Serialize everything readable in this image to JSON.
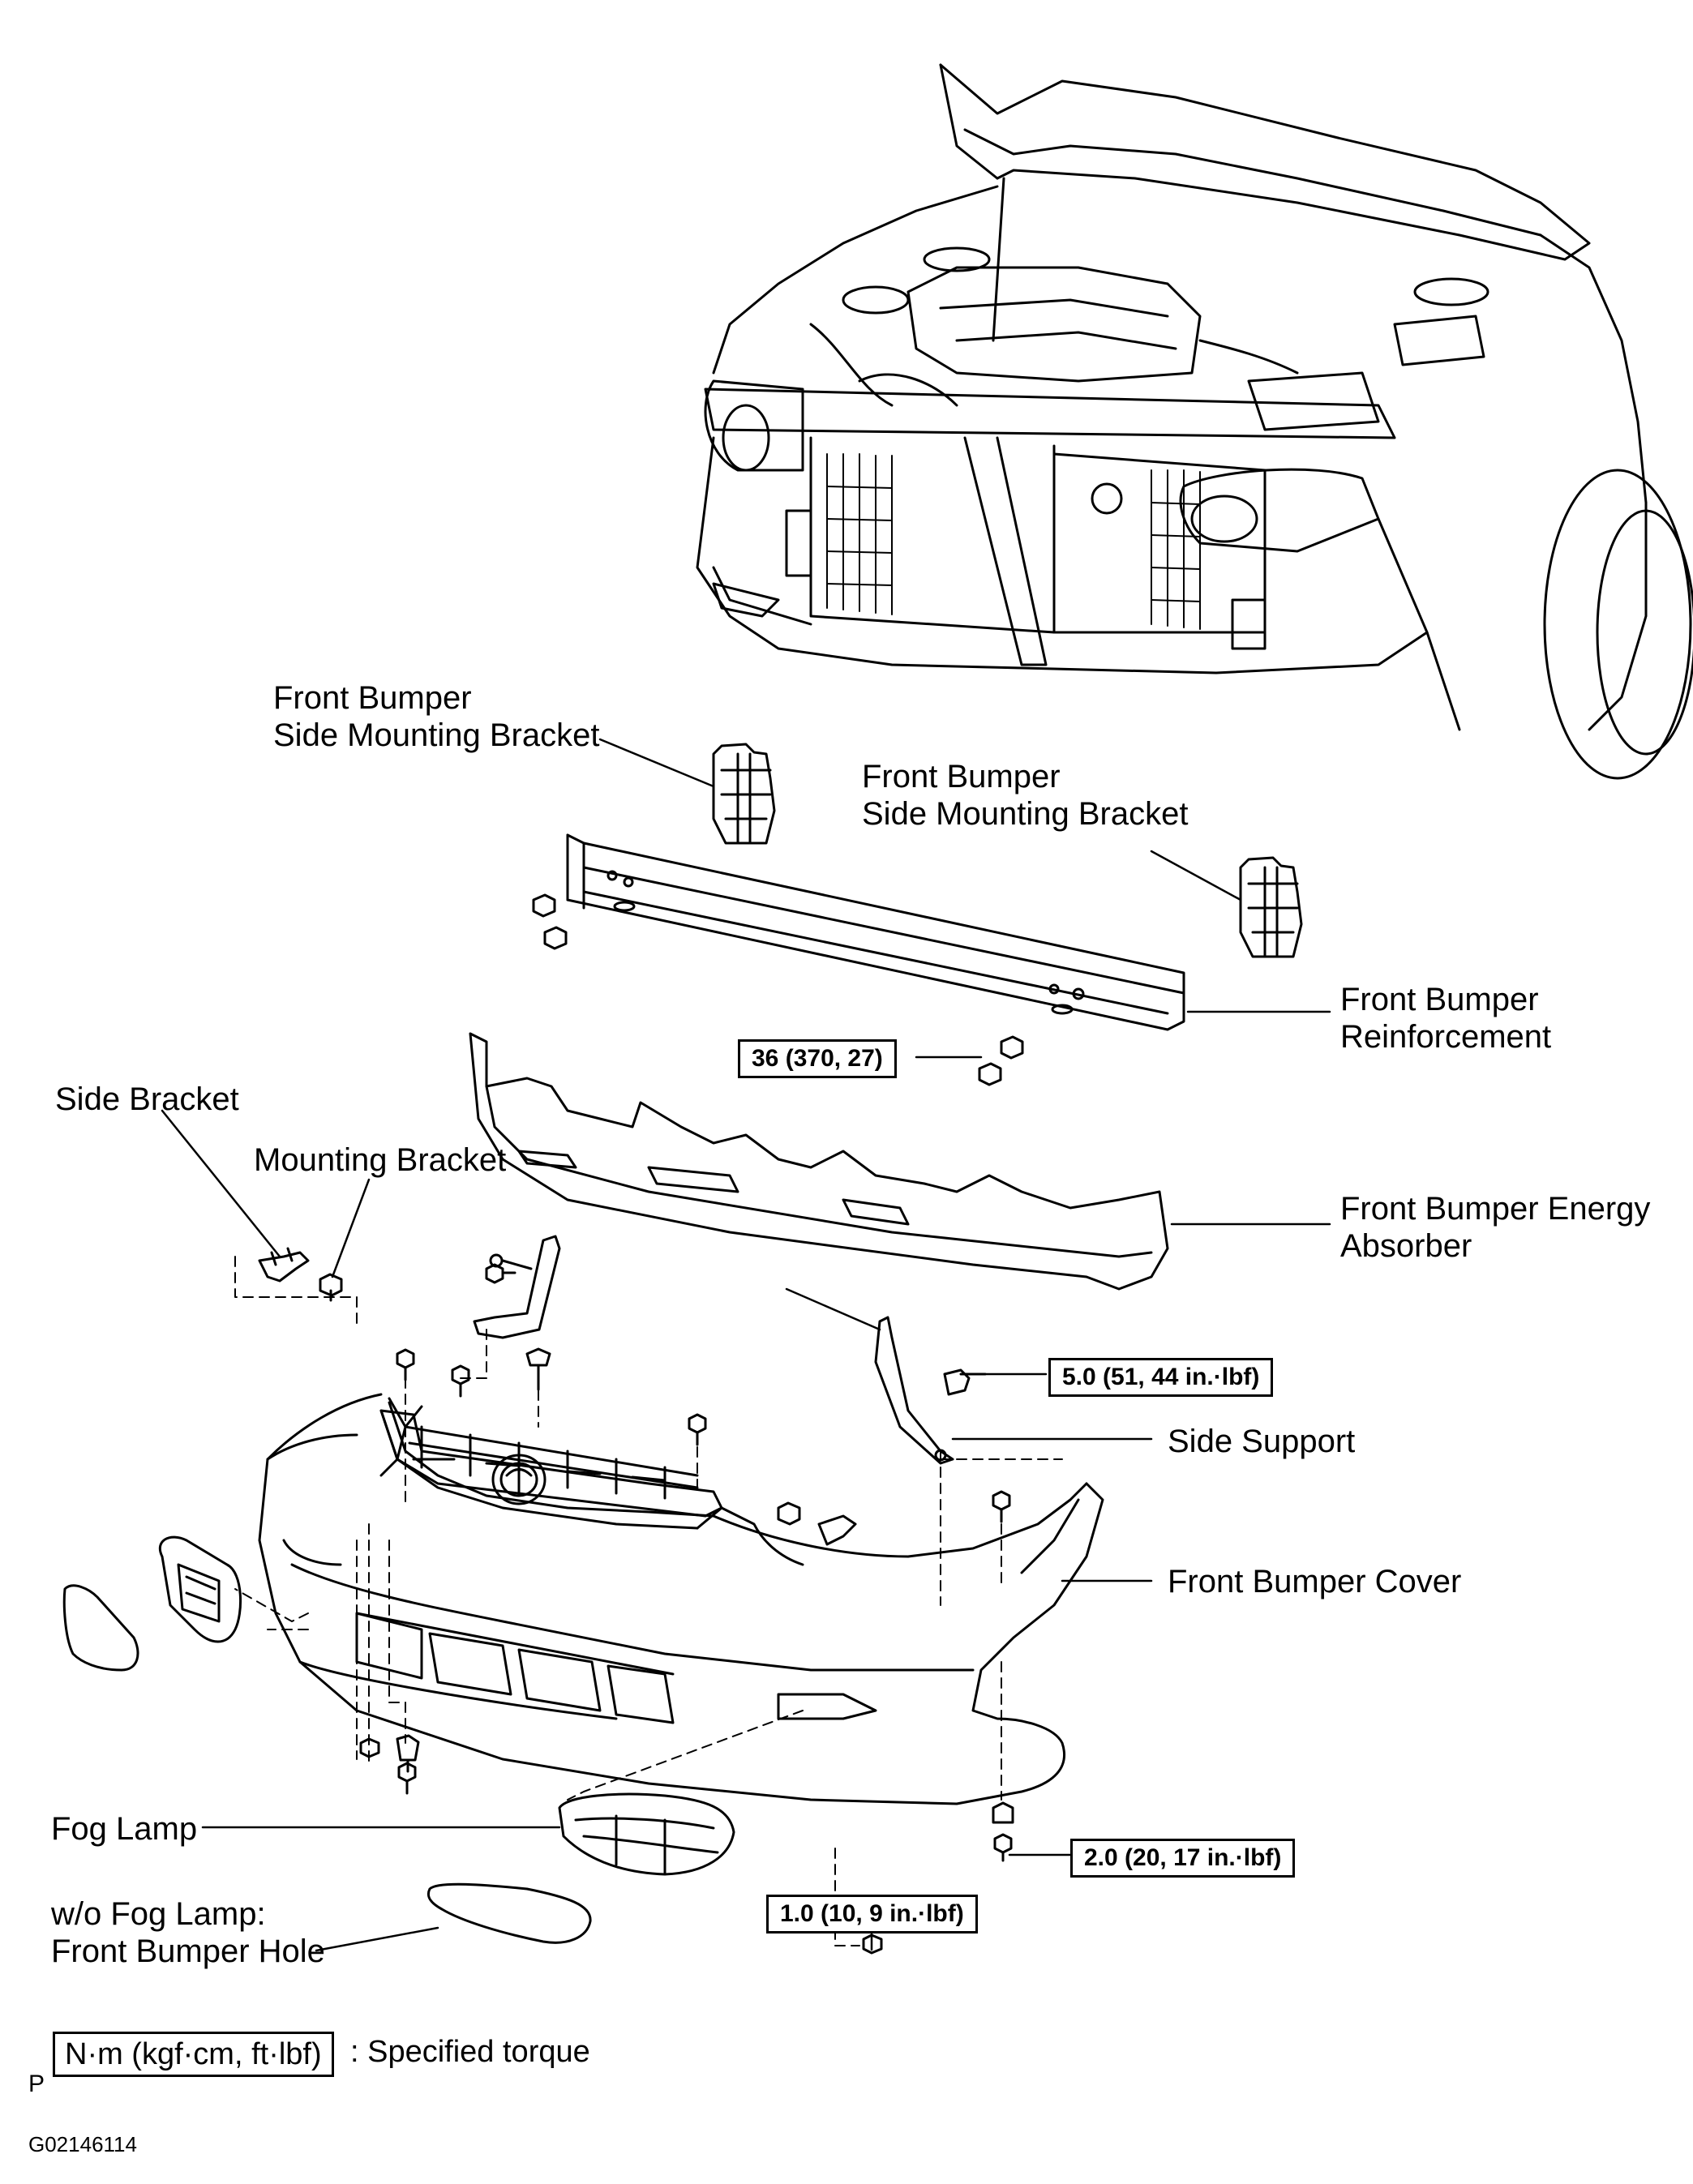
{
  "labels": {
    "side_mounting_bracket_left": [
      "Front Bumper",
      "Side Mounting Bracket"
    ],
    "side_mounting_bracket_right": [
      "Front Bumper",
      "Side Mounting Bracket"
    ],
    "reinforcement": [
      "Front  Bumper",
      "Reinforcement"
    ],
    "side_bracket": "Side Bracket",
    "mounting_bracket": "Mounting Bracket",
    "energy_absorber": [
      "Front Bumper Energy",
      "Absorber"
    ],
    "side_support": "Side Support",
    "bumper_cover": "Front Bumper Cover",
    "fog_lamp": "Fog Lamp",
    "hole": [
      "w/o Fog Lamp:",
      "Front Bumper Hole"
    ]
  },
  "torques": {
    "reinforcement_nut": "36 (370, 27)",
    "side_support_bolt": "5.0 (51, 44 in.·lbf)",
    "lower_bolt": "2.0 (20, 17 in.·lbf)",
    "fog_lamp_nut": "1.0 (10, 9 in.·lbf)"
  },
  "legend": {
    "unit_box": "N·m (kgf·cm, ft·lbf)",
    "text": ": Specified torque",
    "prefix": "P"
  },
  "figure_id": "G02146114"
}
